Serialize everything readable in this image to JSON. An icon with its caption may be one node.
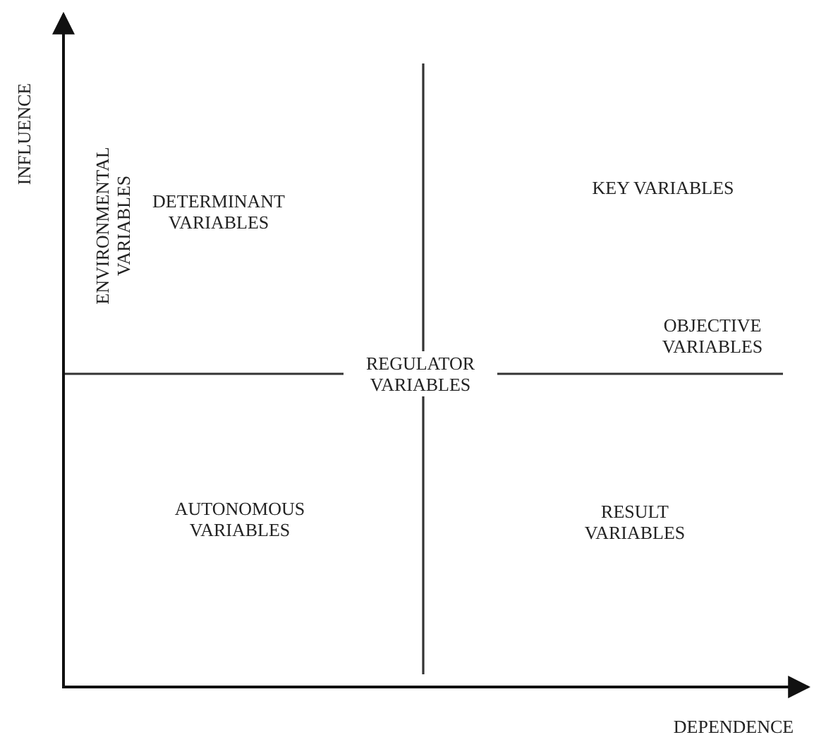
{
  "diagram": {
    "labels": [
      "INFLUENCE",
      "ENVIRONMENTAL VARIABLES",
      "DETERMINANT VARIABLES",
      "KEY VARIABLES",
      "OBJECTIVE VARIABLES",
      "REGULATOR VARIABLES",
      "AUTONOMOUS VARIABLES",
      "RESULT VARIABLES",
      "DEPENDENCE"
    ]
  }
}
